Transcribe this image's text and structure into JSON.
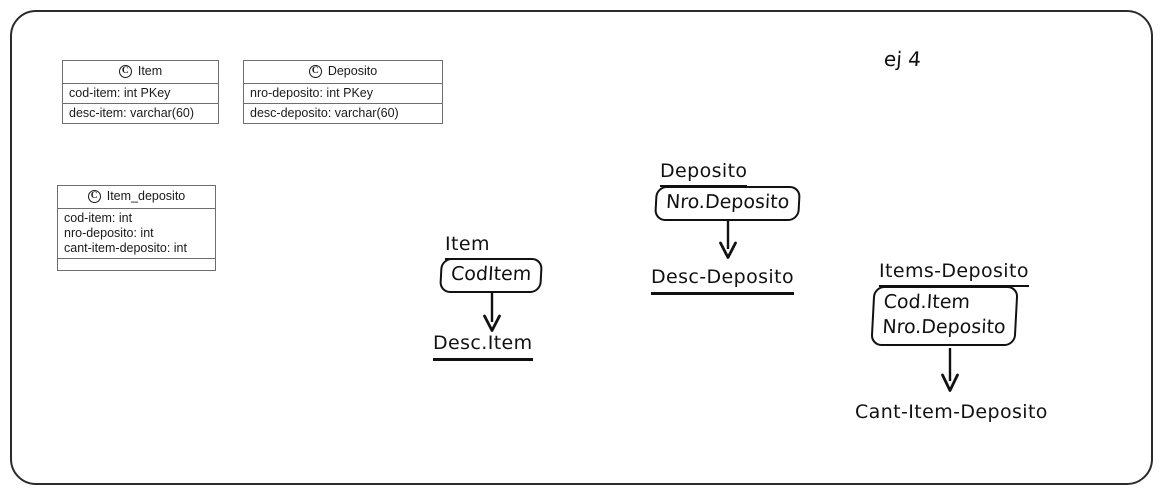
{
  "page": {
    "frame_color": "#2b2b2b",
    "background": "#ffffff",
    "ink_color": "#111111",
    "uml_border_color": "#6e6e6e"
  },
  "note": {
    "exercise_label": "ej 4"
  },
  "uml_classes": [
    {
      "id": "item",
      "stereotype_icon": "class-circle-icon",
      "stereotype_letter": "C",
      "name": "Item",
      "attributes": [
        "cod-item: int PKey",
        "desc-item: varchar(60)"
      ]
    },
    {
      "id": "deposito",
      "stereotype_icon": "class-circle-icon",
      "stereotype_letter": "C",
      "name": "Deposito",
      "attributes": [
        "nro-deposito: int PKey",
        "desc-deposito: varchar(60)"
      ]
    },
    {
      "id": "item_deposito",
      "stereotype_icon": "class-circle-icon",
      "stereotype_letter": "C",
      "name": "Item_deposito",
      "attributes_block": [
        "cod-item: int",
        "nro-deposito: int",
        "cant-item-deposito: int"
      ]
    }
  ],
  "sketch_groups": [
    {
      "id": "item",
      "title": "Item",
      "title_underlined": true,
      "key_fields": [
        "CodItem"
      ],
      "arrow": "down-arrow-icon",
      "dependent": "Desc.Item",
      "dependent_underlined": true
    },
    {
      "id": "deposito",
      "title": "Deposito",
      "title_underlined": true,
      "key_fields": [
        "Nro.Deposito"
      ],
      "arrow": "down-arrow-icon",
      "dependent": "Desc-Deposito",
      "dependent_underlined": true
    },
    {
      "id": "items_deposito",
      "title": "Items-Deposito",
      "title_underlined": true,
      "key_fields": [
        "Cod.Item",
        "Nro.Deposito"
      ],
      "arrow": "down-arrow-icon",
      "dependent": "Cant-Item-Deposito",
      "dependent_underlined": false
    }
  ]
}
